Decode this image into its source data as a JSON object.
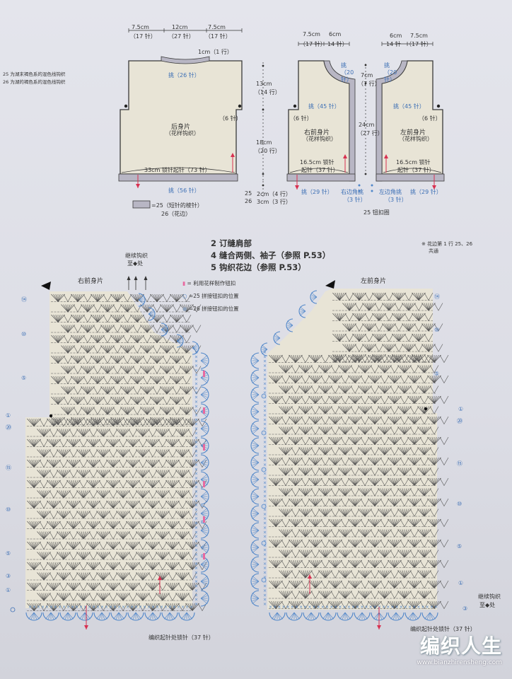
{
  "side_notes": {
    "line1": "25 为湖末褐色系的混色线钩织",
    "line2": "26 为湖的褐色系的混色线钩织"
  },
  "back": {
    "top_dims": [
      {
        "cm": "7.5cm",
        "st": "（17 针）"
      },
      {
        "cm": "12cm",
        "st": "（27 针）"
      },
      {
        "cm": "7.5cm",
        "st": "（17 针）"
      }
    ],
    "neck_row": "1cm（1 行）",
    "neck_pick": "挑（26 针）",
    "title": "后身片",
    "subtitle": "（花样钩织）",
    "side_st": "（6 针）",
    "chain": "33cm 锁针起针（73 针）",
    "bottom_pick": "挑（56 针）",
    "h1_cm": "13cm",
    "h1_rows": "（14 行）",
    "h2_cm": "18cm",
    "h2_rows": "（20 行）",
    "foot_25": "2cm（4 行）",
    "foot_26": "3cm（3 行）",
    "foot_25_label": "25",
    "foot_26_label": "26"
  },
  "legend_box": {
    "text1": "=25（短针的棱针）",
    "text2": "26（花边）"
  },
  "right_front": {
    "top_dims": [
      {
        "cm": "7.5cm",
        "st": "（17 针）"
      },
      {
        "cm": "6cm",
        "st": "14 针）"
      }
    ],
    "neck_pick": "挑（20 针）",
    "mid_pick": "挑（45 针）",
    "title": "右前身片",
    "subtitle": "（花样钩织）",
    "side_st": "（6 针）",
    "chain_cm": "16.5cm 锁针",
    "chain_st": "起针（37 针）",
    "bottom_pick": "挑（29 针）",
    "corner": "右边角挑",
    "corner_st": "（3 针）"
  },
  "left_front": {
    "top_dims": [
      {
        "cm": "6cm",
        "st": "14 针"
      },
      {
        "cm": "7.5cm",
        "st": "（17 针）"
      }
    ],
    "neck_pick": "挑（20 针）",
    "mid_pick": "挑（45 针）",
    "title": "左前身片",
    "subtitle": "（花样钩织）",
    "side_st": "（6 针）",
    "chain_cm": "16.5cm 锁针",
    "chain_st": "起针（37 针）",
    "bottom_pick": "挑（29 针）",
    "corner": "左边角挑",
    "corner_st": "（3 针）"
  },
  "center_dims": {
    "h1_cm": "7cm",
    "h1_rows": "（7 行）",
    "h2_cm": "24cm",
    "h2_rows": "（27 行）",
    "button_loop": "25 钮扣圈"
  },
  "steps": [
    "2 订缝肩部",
    "4 缝合两侧、袖子（参照 P.53）",
    "5 钩织花边（参照 P.53）"
  ],
  "note": {
    "line1": "※ 花边第 1 行 25、26",
    "line2": "共通"
  },
  "chart": {
    "continue_label": "继续钩织",
    "continue_to": "至◆处",
    "right_title": "右前身片",
    "left_title": "左前身片",
    "legend1": "= 利用花样制作钮扣",
    "legend2": "=25 拼接钮扣的位置",
    "legend3": "=26 拼接钮扣的位置",
    "right_rows": [
      "⑭",
      "⑩",
      "⑤",
      "①",
      "⑳",
      "⑮",
      "⑩",
      "⑤",
      "③",
      "①"
    ],
    "left_rows": [
      "⑭",
      "⑩",
      "⑤",
      "①",
      "⑳",
      "⑮",
      "⑩",
      "⑤",
      "③",
      "①"
    ],
    "bottom_right": "编织起针处锁针（37 针）",
    "bottom_left": "编织起针处锁针（37 针）",
    "continue_label2": "继续钩织",
    "continue_to2": "至◆处"
  },
  "watermark": {
    "cn": "编织人生",
    "url": "www.bianzhirensheng.com"
  },
  "colors": {
    "panel": "#e8e4d6",
    "border": "#3a3a3a",
    "band": "#b8b6c4",
    "blue": "#3c6fb5",
    "red": "#d83050",
    "pink": "#e86aa0",
    "stitch": "#555555",
    "edge_blue": "#4f86c9"
  }
}
